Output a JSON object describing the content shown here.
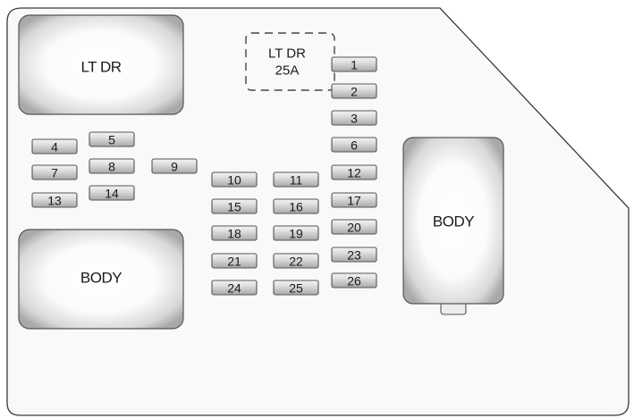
{
  "diagram": {
    "spare": {
      "line1": "LT DR",
      "line2": "25A"
    },
    "relays": [
      {
        "id": "relay-lt-dr",
        "label": "LT DR"
      },
      {
        "id": "relay-body-left",
        "label": "BODY"
      },
      {
        "id": "relay-body-right",
        "label": "BODY"
      }
    ],
    "fuses": [
      "1",
      "2",
      "3",
      "4",
      "5",
      "6",
      "7",
      "8",
      "9",
      "10",
      "11",
      "12",
      "13",
      "14",
      "15",
      "16",
      "17",
      "18",
      "19",
      "20",
      "21",
      "22",
      "23",
      "24",
      "25",
      "26"
    ]
  }
}
